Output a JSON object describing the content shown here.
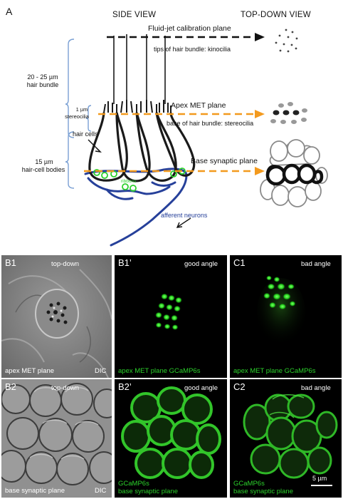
{
  "panel_a": {
    "letter": "A",
    "side_view": "SIDE VIEW",
    "top_down_view": "TOP-DOWN VIEW",
    "fluid_jet_plane": "Fluid-jet calibration plane",
    "fluid_jet_sub": "tips of hair bundle: kinocilia",
    "apex_plane": "Apex MET plane",
    "apex_sub": "base of hair bundle: stereocilia",
    "base_plane": "Base synaptic plane",
    "hair_bundle_size": "20 - 25 µm",
    "hair_bundle_word": "hair bundle",
    "stereocilia_size": "1 µm",
    "stereocilia_word": "stereocilia",
    "hair_cells": "hair cells",
    "hair_cell_bodies_size": "15 µm",
    "hair_cell_bodies_word": "hair-cell bodies",
    "ribbons": "ribbons",
    "afferent_neurons": "afferent neurons",
    "colors": {
      "orange": "#f39a1e",
      "blue": "#26409a",
      "green": "#2bd12b",
      "gray": "#8a8a8a"
    }
  },
  "panels": {
    "b1": {
      "letter": "B1",
      "top": "top-down",
      "bottom_left": "apex MET plane",
      "bottom_right": "DIC"
    },
    "b1p": {
      "letter": "B1’",
      "top": "good angle",
      "bottom": "apex MET plane GCaMP6s"
    },
    "c1": {
      "letter": "C1",
      "top": "bad angle",
      "bottom": "apex  MET plane GCaMP6s"
    },
    "b2": {
      "letter": "B2",
      "top": "top-down",
      "bottom_left": "base synaptic plane",
      "bottom_right": "DIC"
    },
    "b2p": {
      "letter": "B2’",
      "top": "good angle",
      "bottom_1": "GCaMP6s",
      "bottom_2": "base synaptic plane"
    },
    "c2": {
      "letter": "C2",
      "top": "bad angle",
      "bottom_1": "GCaMP6s",
      "bottom_2": "base synaptic plane",
      "scale": "5 µm"
    }
  }
}
